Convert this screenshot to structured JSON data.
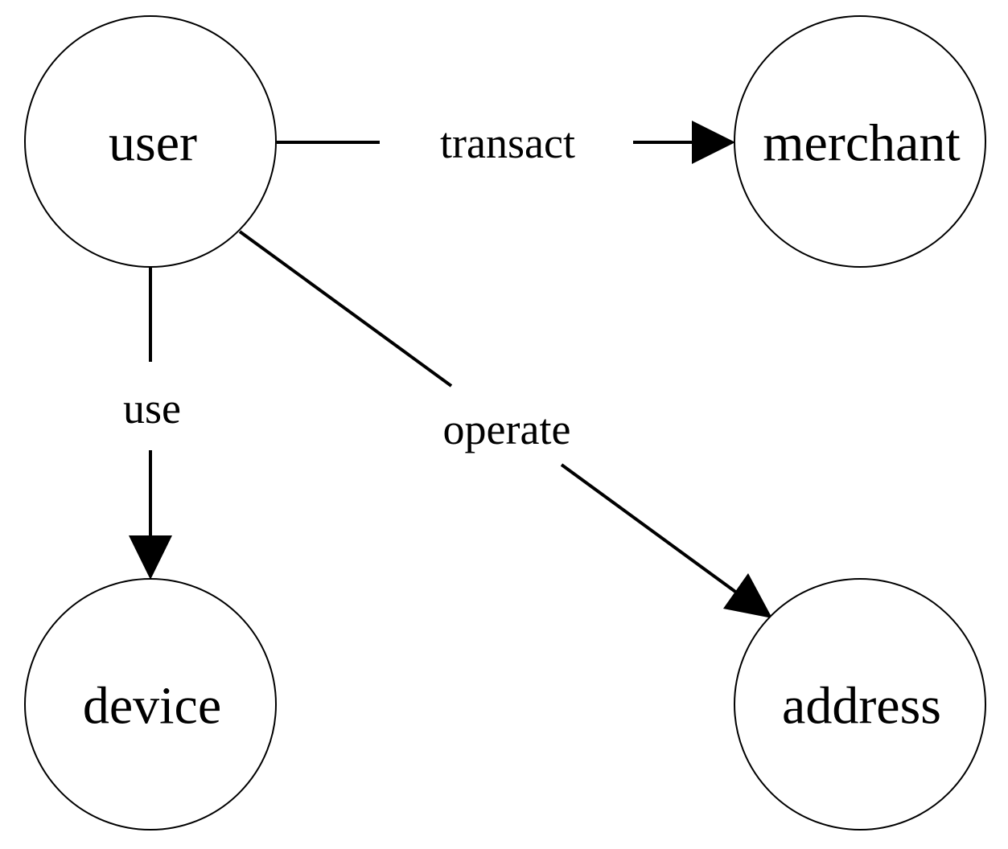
{
  "nodes": {
    "user": "user",
    "merchant": "merchant",
    "device": "device",
    "address": "address"
  },
  "edges": {
    "transact": "transact",
    "use": "use",
    "operate": "operate"
  },
  "colors": {
    "stroke": "#000000",
    "background": "#ffffff"
  }
}
